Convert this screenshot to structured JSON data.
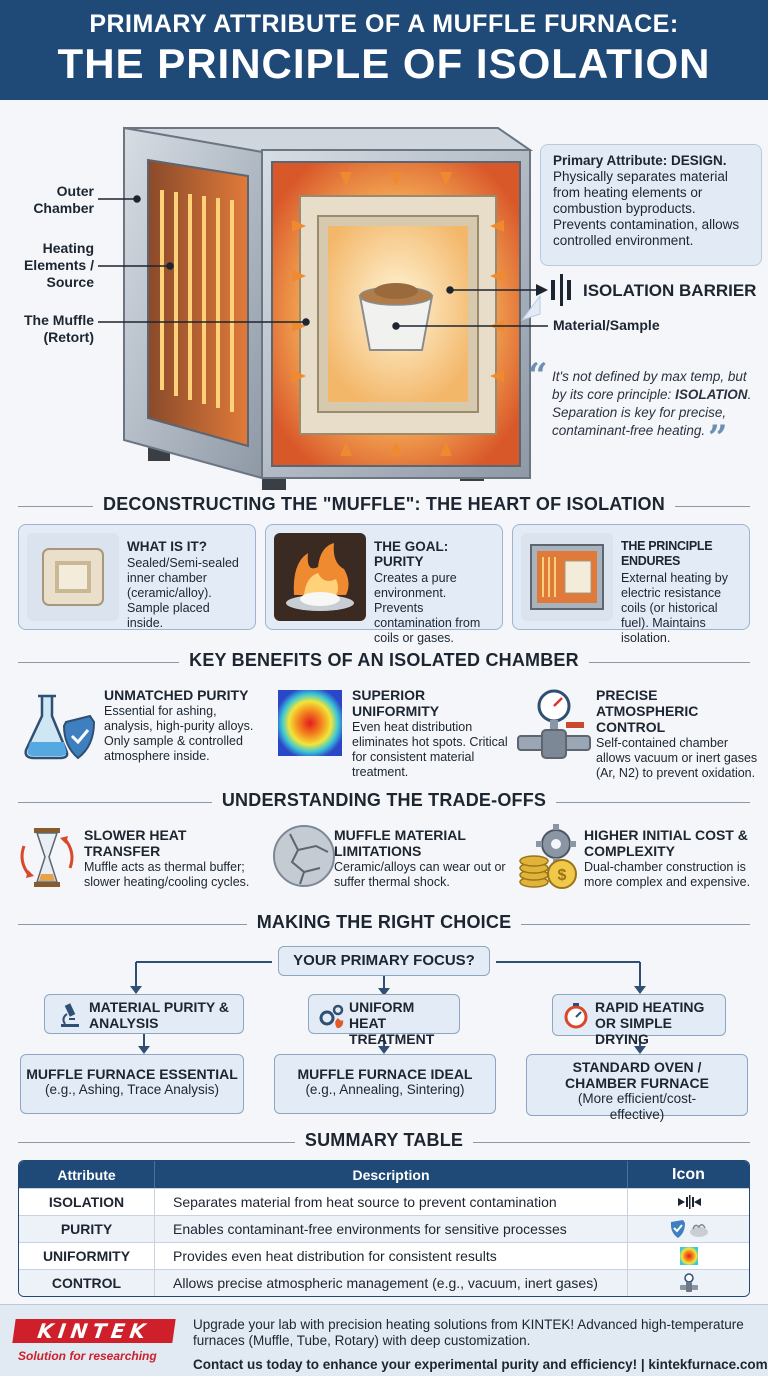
{
  "header": {
    "line1": "PRIMARY ATTRIBUTE OF A MUFFLE FURNACE:",
    "line2": "THE PRINCIPLE OF ISOLATION"
  },
  "hero": {
    "labels": {
      "outer_chamber": "Outer Chamber",
      "heating_elements": "Heating Elements / Source",
      "muffle": "The Muffle (Retort)",
      "isolation_barrier": "ISOLATION BARRIER",
      "material_sample": "Material/Sample"
    },
    "callout_title": "Primary Attribute: DESIGN.",
    "callout_body": "Physically separates material from heating elements or combustion byproducts. Prevents contamination, allows controlled environment.",
    "quote_pre": "It's not defined by max temp, but by its core principle: ",
    "quote_emph": "ISOLATION",
    "quote_post": ". Separation is key for precise, contaminant-free heating."
  },
  "sections": {
    "deconstructing": "DECONSTRUCTING THE \"MUFFLE\": THE HEART OF ISOLATION",
    "benefits": "KEY BENEFITS OF AN ISOLATED CHAMBER",
    "tradeoffs": "UNDERSTANDING THE TRADE-OFFS",
    "choice": "MAKING THE RIGHT CHOICE",
    "summary": "SUMMARY TABLE"
  },
  "cards": [
    {
      "title": "WHAT IS IT?",
      "body": "Sealed/Semi-sealed inner chamber (ceramic/alloy). Sample placed inside."
    },
    {
      "title": "THE GOAL: PURITY",
      "body": "Creates a pure environment. Prevents contamination from coils or gases."
    },
    {
      "title": "THE PRINCIPLE ENDURES",
      "body": "External heating by electric resistance coils (or historical fuel). Maintains isolation."
    }
  ],
  "benefits": [
    {
      "title": "UNMATCHED PURITY",
      "body": "Essential for ashing, analysis, high-purity alloys. Only sample & controlled atmosphere inside."
    },
    {
      "title": "SUPERIOR UNIFORMITY",
      "body": "Even heat distribution eliminates hot spots. Critical for consistent material treatment."
    },
    {
      "title": "PRECISE ATMOSPHERIC CONTROL",
      "body": "Self-contained chamber allows vacuum or inert gases (Ar, N2) to prevent oxidation."
    }
  ],
  "tradeoffs": [
    {
      "title": "SLOWER HEAT TRANSFER",
      "body": "Muffle acts as thermal buffer; slower heating/cooling cycles."
    },
    {
      "title": "MUFFLE MATERIAL LIMITATIONS",
      "body": "Ceramic/alloys can wear out or suffer thermal shock."
    },
    {
      "title": "HIGHER INITIAL COST & COMPLEXITY",
      "body": "Dual-chamber construction is more complex and expensive."
    }
  ],
  "decision": {
    "root": "YOUR PRIMARY FOCUS?",
    "branches": [
      {
        "focus": "MATERIAL PURITY & ANALYSIS",
        "result": "MUFFLE FURNACE ESSENTIAL",
        "example": "(e.g., Ashing, Trace Analysis)"
      },
      {
        "focus": "UNIFORM HEAT TREATMENT",
        "result": "MUFFLE FURNACE IDEAL",
        "example": "(e.g., Annealing, Sintering)"
      },
      {
        "focus": "RAPID HEATING OR SIMPLE DRYING",
        "result": "STANDARD OVEN / CHAMBER FURNACE",
        "example": "(More efficient/cost-effective)"
      }
    ]
  },
  "table": {
    "headers": [
      "Attribute",
      "Description",
      "Icon"
    ],
    "rows": [
      {
        "attribute": "ISOLATION",
        "description": "Separates material from heat source to prevent contamination",
        "icon": "isolation-barrier-icon"
      },
      {
        "attribute": "PURITY",
        "description": "Enables contaminant-free environments for sensitive processes",
        "icon": "shield-flask-icon"
      },
      {
        "attribute": "UNIFORMITY",
        "description": "Provides even heat distribution for consistent results",
        "icon": "heatmap-icon"
      },
      {
        "attribute": "CONTROL",
        "description": "Allows precise atmospheric management (e.g., vacuum, inert gases)",
        "icon": "valve-icon"
      }
    ]
  },
  "footer": {
    "logo": "KINTEK",
    "slogan": "Solution for researching",
    "text": "Upgrade your lab with precision heating solutions from KINTEK! Advanced high-temperature furnaces (Muffle, Tube, Rotary) with deep customization.",
    "contact": "Contact us today to enhance your experimental purity and efficiency! | kintekfurnace.com"
  },
  "colors": {
    "header": "#1f4a78",
    "accent": "#cf1f2a",
    "card": "#e3ecf6",
    "heat": "#f08a30"
  }
}
